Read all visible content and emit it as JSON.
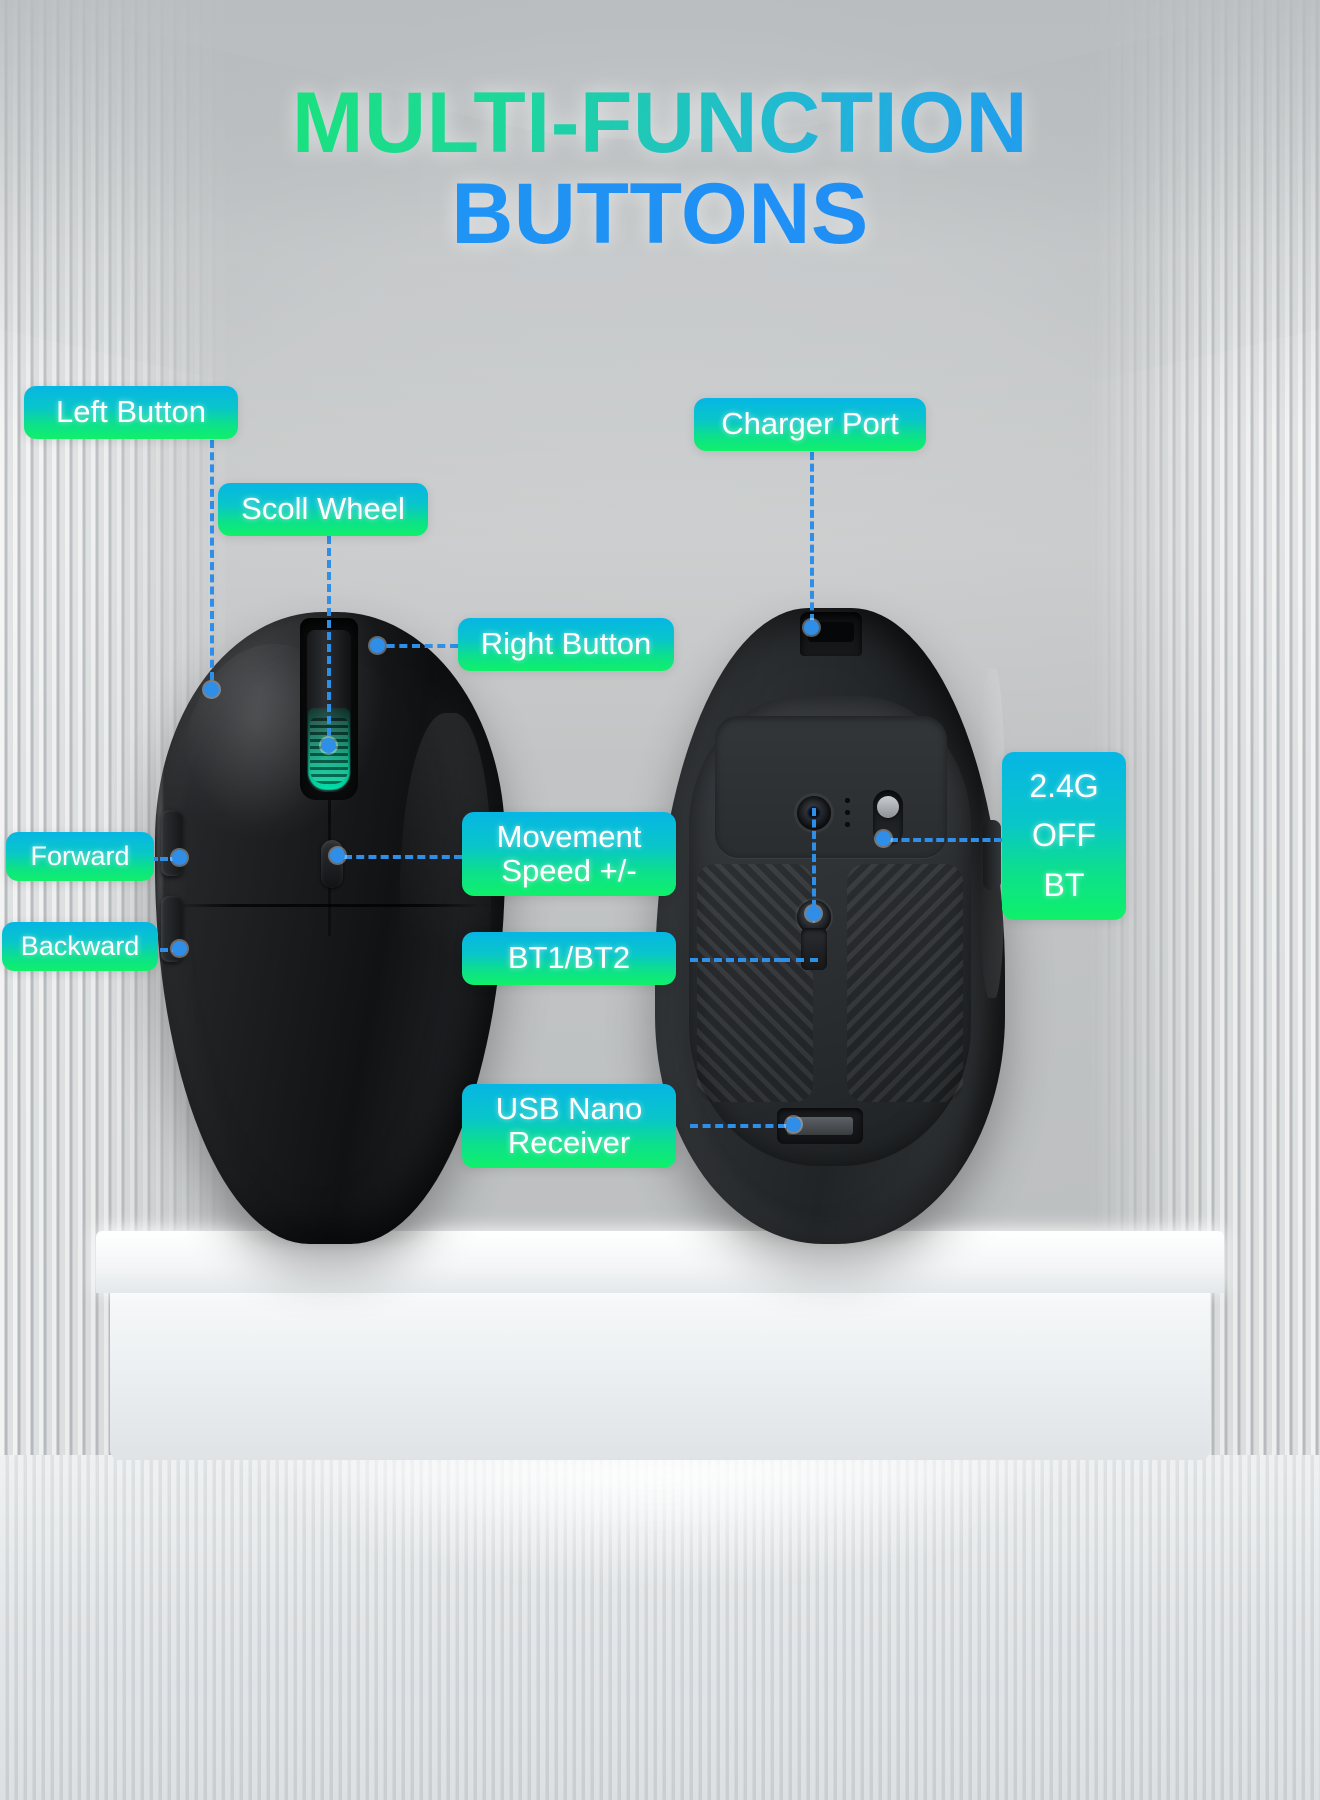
{
  "title": {
    "line1": "MULTI-FUNCTION",
    "line2": "BUTTONS"
  },
  "colors": {
    "title_gradient_start": "#14e86b",
    "title_gradient_end": "#2089f7",
    "label_gradient_start": "#06b6e4",
    "label_gradient_end": "#10f06a",
    "connector_blue": "#2f8fe8",
    "label_text": "#ffffff"
  },
  "labels": {
    "left_button": "Left Button",
    "scroll_wheel": "Scoll Wheel",
    "right_button": "Right Button",
    "forward": "Forward",
    "backward": "Backward",
    "movement_speed": "Movement\nSpeed +/-",
    "charger_port": "Charger Port",
    "bt1_bt2": "BT1/BT2",
    "usb_nano_receiver": "USB Nano\nReceiver",
    "mode_switch_1": "2.4G",
    "mode_switch_2": "OFF",
    "mode_switch_3": "BT"
  },
  "product": {
    "top_view_name": "wireless-mouse-top-view",
    "bottom_view_name": "wireless-mouse-bottom-view"
  }
}
